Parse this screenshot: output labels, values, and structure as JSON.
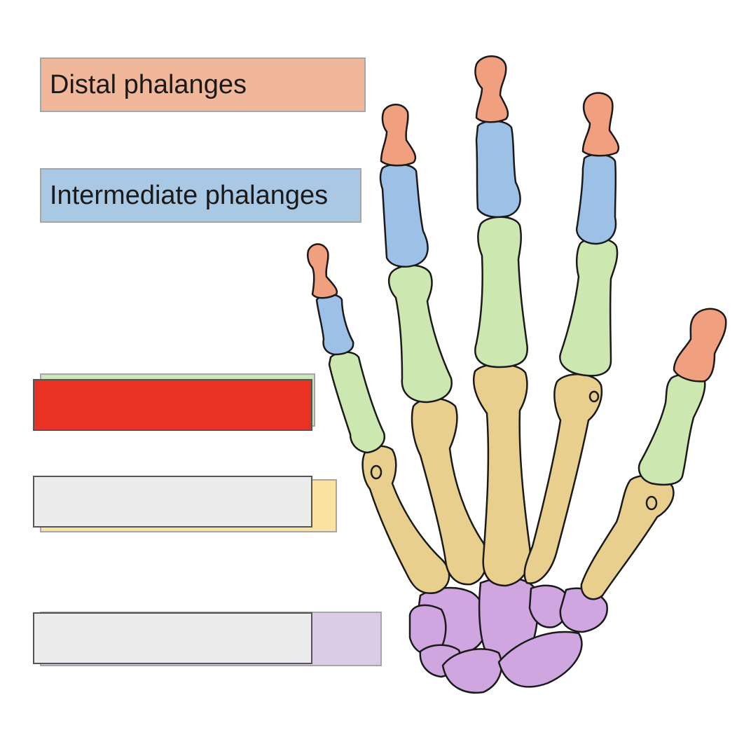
{
  "labels": {
    "distal": "Distal phalanges",
    "intermediate": "Intermediate phalanges"
  },
  "answer_boxes": [
    {
      "state": "selected",
      "value": ""
    },
    {
      "state": "empty",
      "value": ""
    },
    {
      "state": "empty",
      "value": ""
    }
  ],
  "colors": {
    "distal": "#f0b79a",
    "intermediate": "#a9c8e4",
    "proximal": "#cde6b5",
    "metacarpal": "#fae3a0",
    "carpal": "#dccbe6",
    "selected_box": "#e83324",
    "empty_box": "#ececec",
    "bone_distal": "#f0a07e",
    "bone_intermediate": "#9dc1e6",
    "bone_proximal": "#cde7b0",
    "bone_metacarpal": "#e8cf8e",
    "bone_carpal": "#cfa6df"
  }
}
